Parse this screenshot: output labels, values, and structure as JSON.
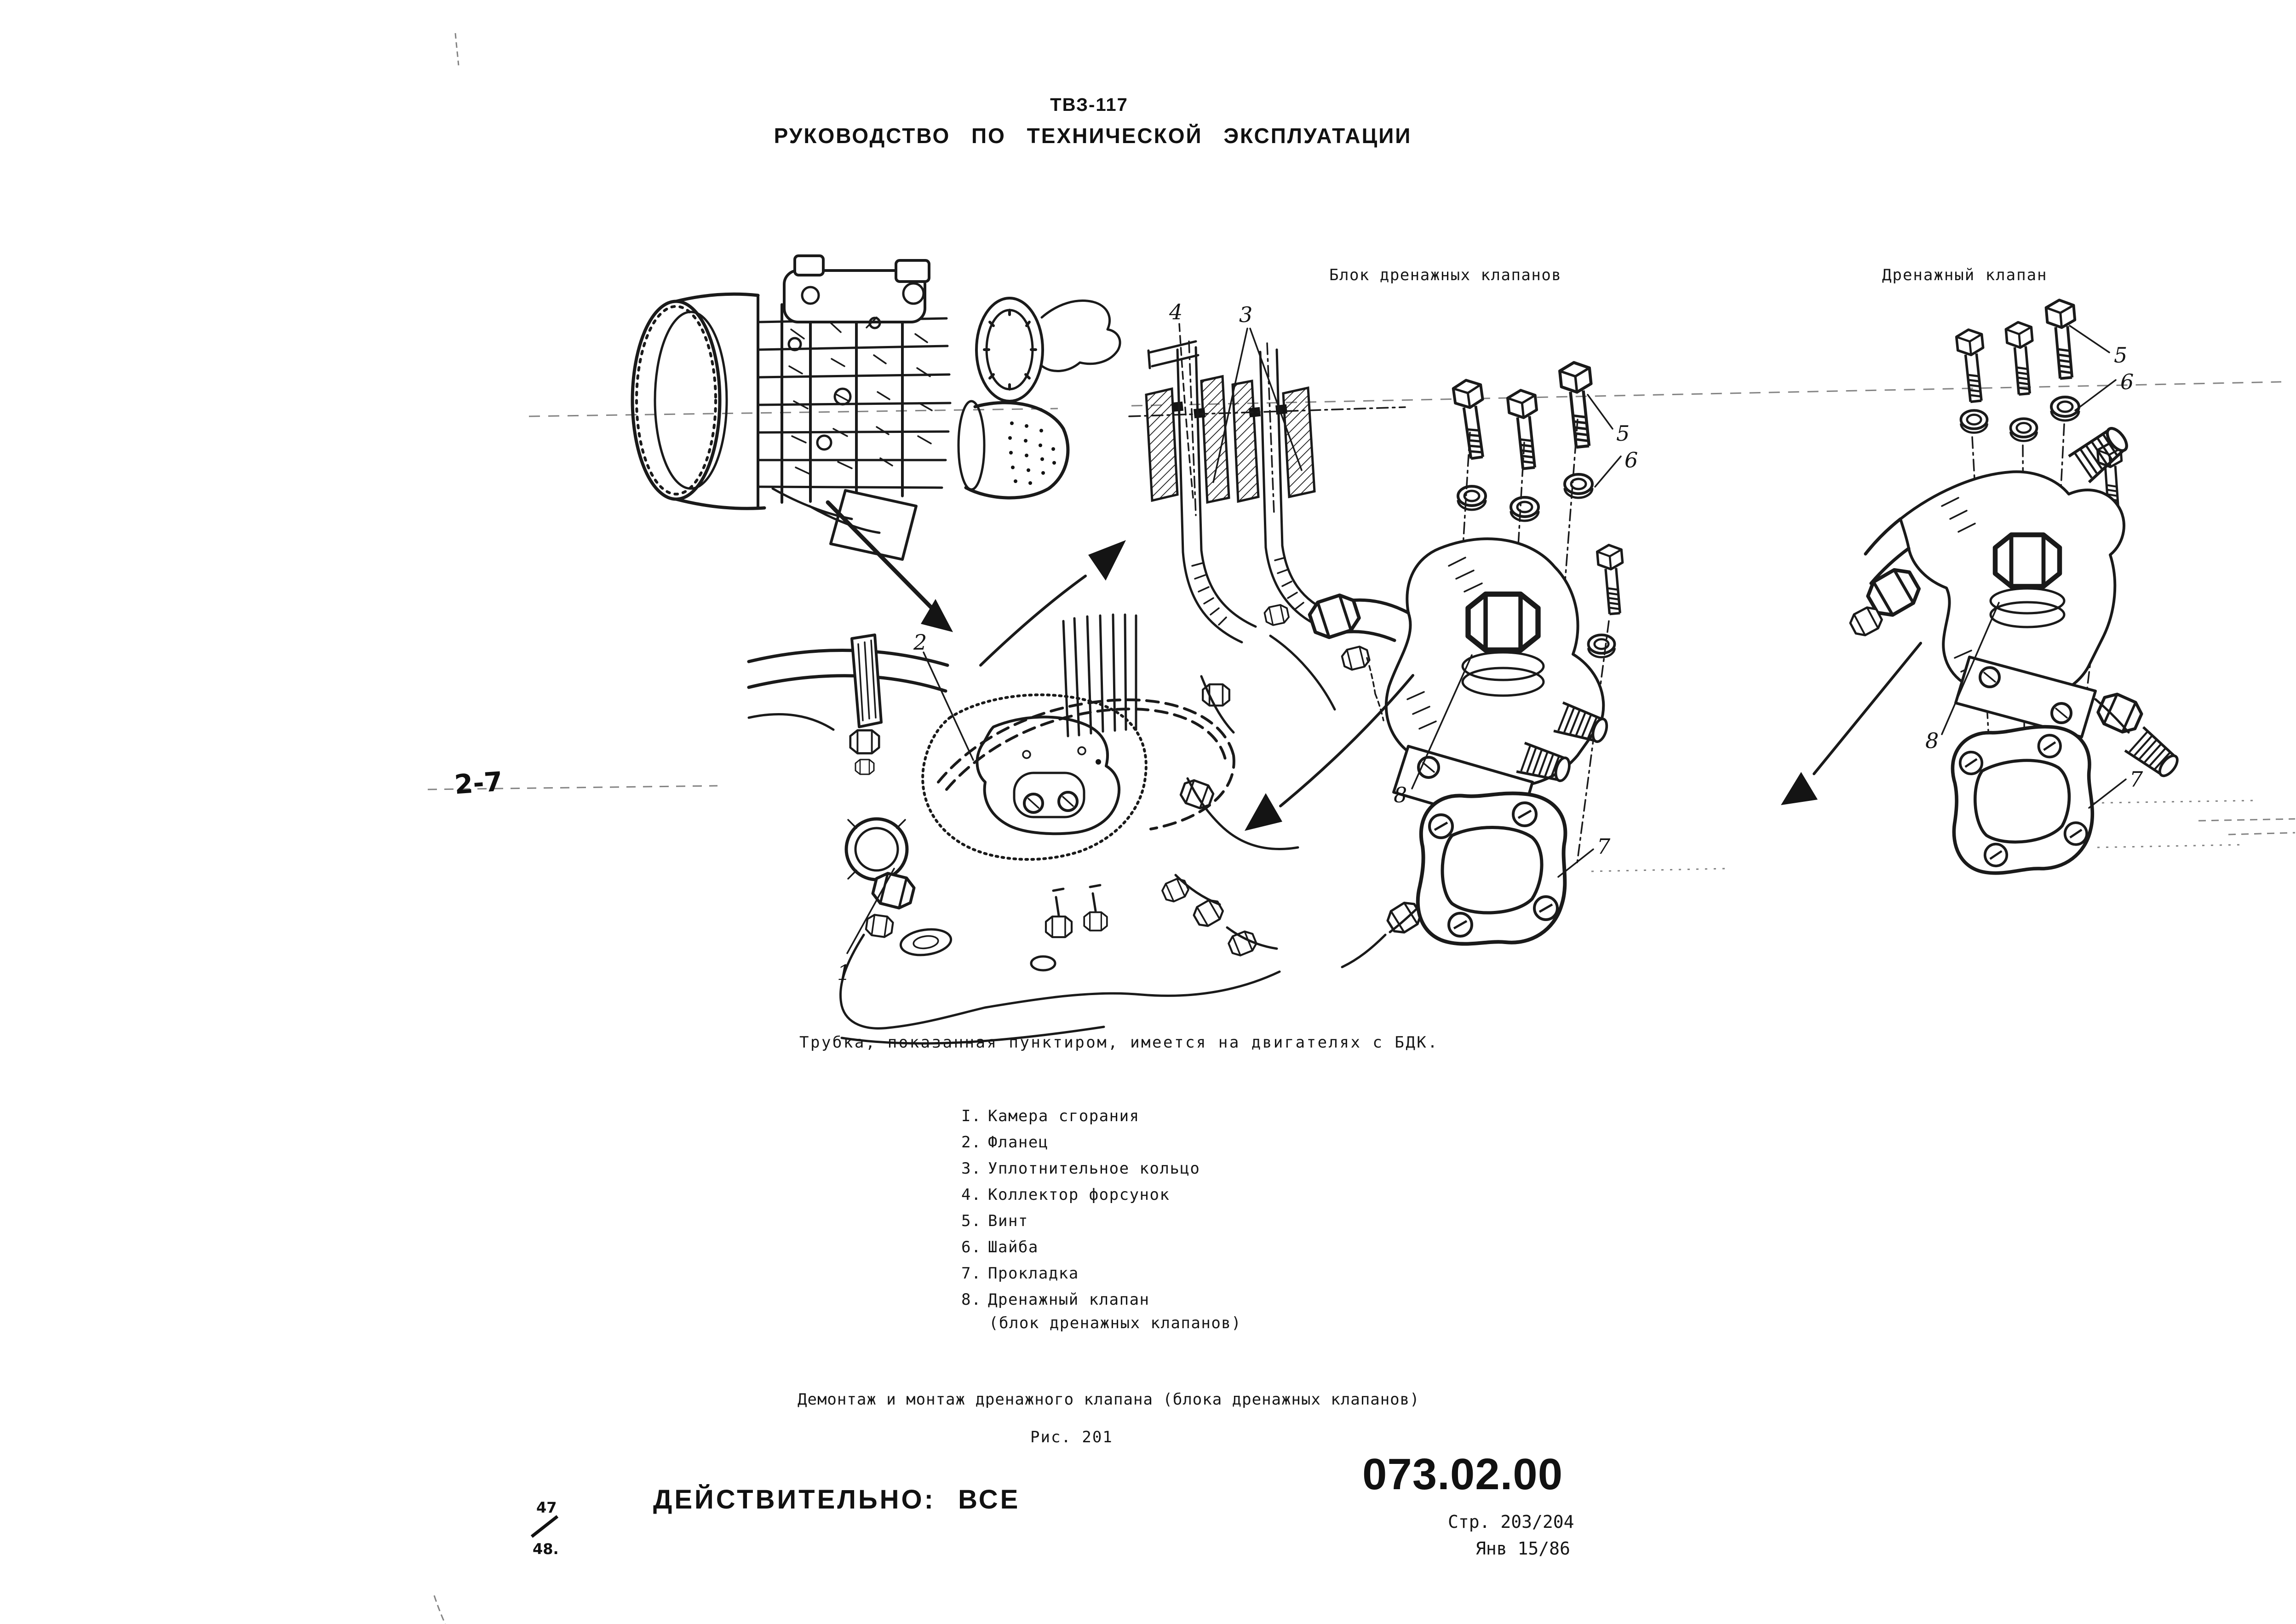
{
  "header": {
    "model": "ТВЗ-117",
    "title": "РУКОВОДСТВО ПО ТЕХНИЧЕСКОЙ ЭКСПЛУАТАЦИИ"
  },
  "margin": {
    "note": "2-7",
    "sheet_top": "47",
    "sheet_bottom": "48."
  },
  "figure": {
    "label_block": "Блок дренажных клапанов",
    "label_valve": "Дренажный клапан",
    "note": "Трубка, показанная пунктиром, имеется на двигателях с БДК.",
    "legend": [
      {
        "num": "I.",
        "text": "Камера сгорания"
      },
      {
        "num": "2.",
        "text": "Фланец"
      },
      {
        "num": "3.",
        "text": "Уплотнительное кольцо"
      },
      {
        "num": "4.",
        "text": "Коллектор форсунок"
      },
      {
        "num": "5.",
        "text": "Винт"
      },
      {
        "num": "6.",
        "text": "Шайба"
      },
      {
        "num": "7.",
        "text": "Прокладка"
      },
      {
        "num": "8.",
        "text": "Дренажный клапан"
      }
    ],
    "legend_cont": "(блок дренажных клапанов)",
    "caption": "Демонтаж и монтаж дренажного клапана (блока дренажных клапанов)",
    "fig_no": "Рис. 201",
    "callouts": {
      "engine_detail_1": "1",
      "engine_detail_2": "2",
      "section_3": "3",
      "section_4": "4",
      "block_5": "5",
      "block_6": "6",
      "block_7": "7",
      "block_8": "8",
      "valve_5": "5",
      "valve_6": "6",
      "valve_7": "7",
      "valve_8": "8"
    }
  },
  "footer": {
    "validity": "ДЕЙСТВИТЕЛЬНО: ВСЕ",
    "code": "073.02.00",
    "page": "Стр. 203/204",
    "date": "Янв 15/86"
  },
  "colors": {
    "paper": "#ffffff",
    "ink": "#1a1a1a"
  }
}
